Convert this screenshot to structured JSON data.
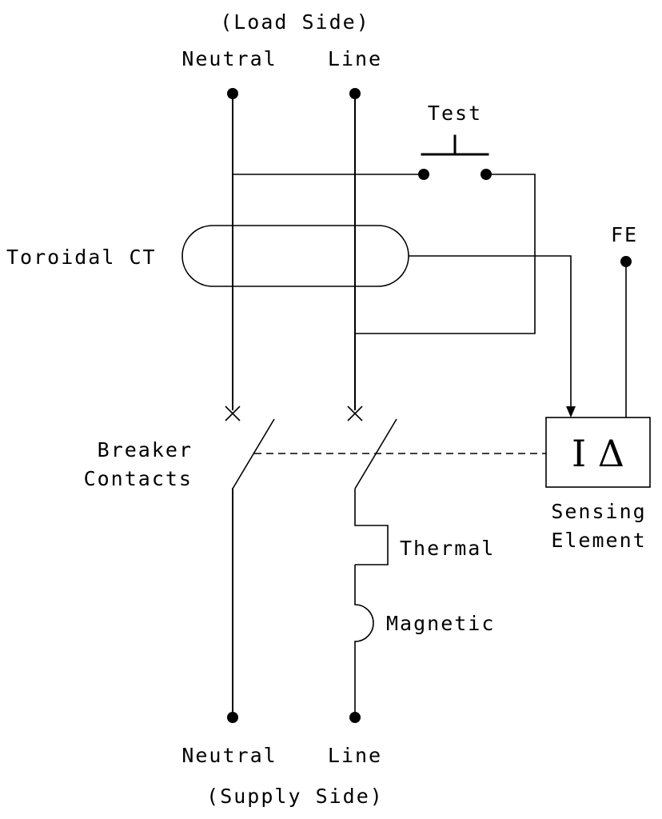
{
  "labels": {
    "load_side": "(Load Side)",
    "neutral_top": "Neutral",
    "line_top": "Line",
    "test": "Test",
    "toroidal_ct": "Toroidal CT",
    "fe": "FE",
    "breaker_contacts_1": "Breaker",
    "breaker_contacts_2": "Contacts",
    "sensing_symbol": "I Δ",
    "sensing_element_1": "Sensing",
    "sensing_element_2": "Element",
    "thermal": "Thermal",
    "magnetic": "Magnetic",
    "neutral_bottom": "Neutral",
    "line_bottom": "Line",
    "supply_side": "(Supply Side)"
  }
}
